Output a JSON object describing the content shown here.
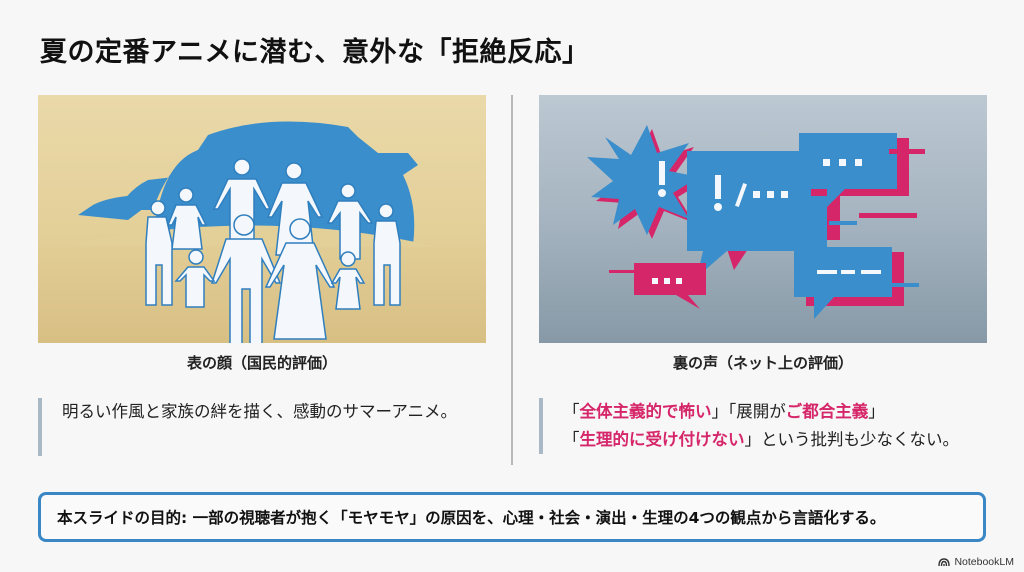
{
  "slide": {
    "title": "夏の定番アニメに潜む、意外な「拒絶反応」"
  },
  "left": {
    "image_alt": "family-circle-illustration",
    "caption": "表の顔（国民的評価）",
    "text": "明るい作風と家族の絆を描く、感動のサマーアニメ。"
  },
  "right": {
    "image_alt": "glitchy-speech-bubbles-illustration",
    "caption": "裏の声（ネット上の評価）",
    "quote_parts": [
      {
        "text": "「",
        "highlight": false
      },
      {
        "text": "全体主義的で怖い",
        "highlight": true
      },
      {
        "text": "」「展開が",
        "highlight": false
      },
      {
        "text": "ご都合主義",
        "highlight": true
      },
      {
        "text": "」",
        "highlight": false
      },
      {
        "text": "「",
        "highlight": false
      },
      {
        "text": "生理的に受け付けない",
        "highlight": true
      },
      {
        "text": "」という批判も少なくない。",
        "highlight": false
      }
    ],
    "bubble_texts": [
      "!",
      "!:/...",
      "...",
      "...",
      "---"
    ]
  },
  "purpose": {
    "text": "本スライドの目的: 一部の視聴者が抱く「モヤモヤ」の原因を、心理・社会・演出・生理の4つの観点から言語化する。"
  },
  "branding": {
    "label": "NotebookLM"
  },
  "colors": {
    "accent_blue": "#3a87c6",
    "highlight_pink": "#d6266a",
    "left_bg": "#e3cf98",
    "right_bg": "#a5b4c0",
    "quote_bar": "#a9b8c6"
  }
}
